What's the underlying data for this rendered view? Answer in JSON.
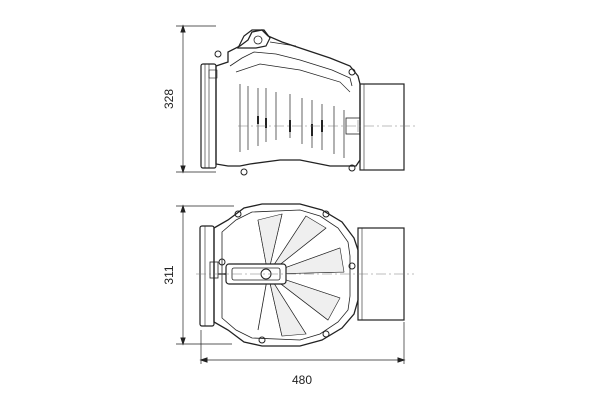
{
  "drawing": {
    "views": [
      {
        "name": "side-view",
        "dimension": {
          "label": "328",
          "unit": "mm",
          "orientation": "vertical"
        }
      },
      {
        "name": "top-view",
        "dimension": {
          "label": "311",
          "unit": "mm",
          "orientation": "vertical"
        }
      },
      {
        "name": "overall-length",
        "dimension": {
          "label": "480",
          "unit": "mm",
          "orientation": "horizontal"
        }
      }
    ],
    "colors": {
      "line": "#222222",
      "light": "#7a7a7a"
    }
  }
}
